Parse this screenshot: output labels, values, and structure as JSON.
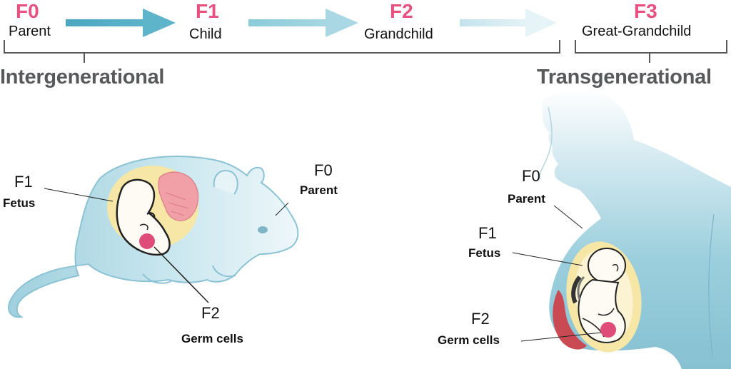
{
  "generations": [
    {
      "code": "F0",
      "name": "Parent"
    },
    {
      "code": "F1",
      "name": "Child"
    },
    {
      "code": "F2",
      "name": "Grandchild"
    },
    {
      "code": "F3",
      "name": "Great-Grandchild"
    }
  ],
  "brackets": {
    "intergenerational": "Intergenerational",
    "transgenerational": "Transgenerational"
  },
  "mouse": {
    "f1_code": "F1",
    "f1_label": "Fetus",
    "f0_code": "F0",
    "f0_label": "Parent",
    "f2_code": "F2",
    "f2_label": "Germ cells"
  },
  "human": {
    "f0_code": "F0",
    "f0_label": "Parent",
    "f1_code": "F1",
    "f1_label": "Fetus",
    "f2_code": "F2",
    "f2_label": "Germ cells"
  },
  "colors": {
    "generation_code": "#e8507f",
    "arrow": "#4aa8c0",
    "silhouette": "#8fc6d6",
    "womb": "#f7e7a6",
    "placenta": "#f2a0a8",
    "germ_cell": "#e04c7a",
    "heading": "#58595b"
  }
}
